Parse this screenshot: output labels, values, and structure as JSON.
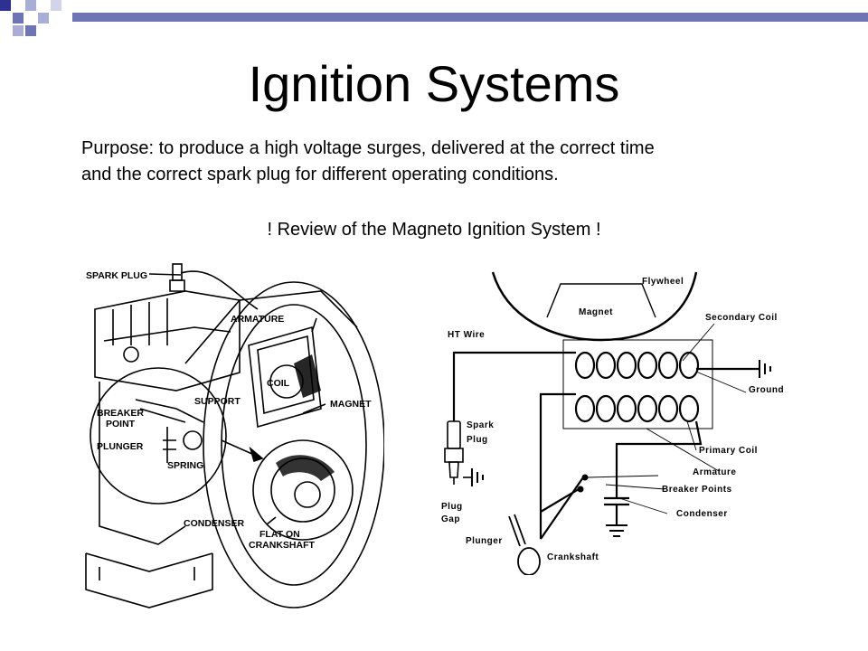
{
  "slide": {
    "title": "Ignition Systems",
    "purpose_line1": "Purpose: to produce a high voltage surges, delivered at the correct time",
    "purpose_line2": "and the correct spark plug for different operating conditions.",
    "review": "! Review of the Magneto Ignition System !",
    "accent_color": "#6d75b4",
    "accent_light": "#a9aed6"
  },
  "engine_figure": {
    "labels": {
      "spark_plug": "SPARK PLUG",
      "armature": "ARMATURE",
      "coil": "COIL",
      "magnet": "MAGNET",
      "support": "SUPPORT",
      "breaker_point": "BREAKER",
      "breaker_point2": "POINT",
      "plunger": "PLUNGER",
      "spring": "SPRING",
      "condenser": "CONDENSER",
      "flat_on": "FLAT ON",
      "crankshaft": "CRANKSHAFT"
    }
  },
  "schematic": {
    "labels": {
      "flywheel": "Flywheel",
      "magnet": "Magnet",
      "secondary_coil": "Secondary Coil",
      "ht_wire": "HT Wire",
      "ground": "Ground",
      "spark_plug": "Spark",
      "spark_plug2": "Plug",
      "primary_coil": "Primary Coil",
      "armature": "Armature",
      "breaker_points": "Breaker Points",
      "plug_gap": "Plug",
      "plug_gap2": "Gap",
      "condenser": "Condenser",
      "plunger": "Plunger",
      "crankshaft": "Crankshaft"
    }
  }
}
